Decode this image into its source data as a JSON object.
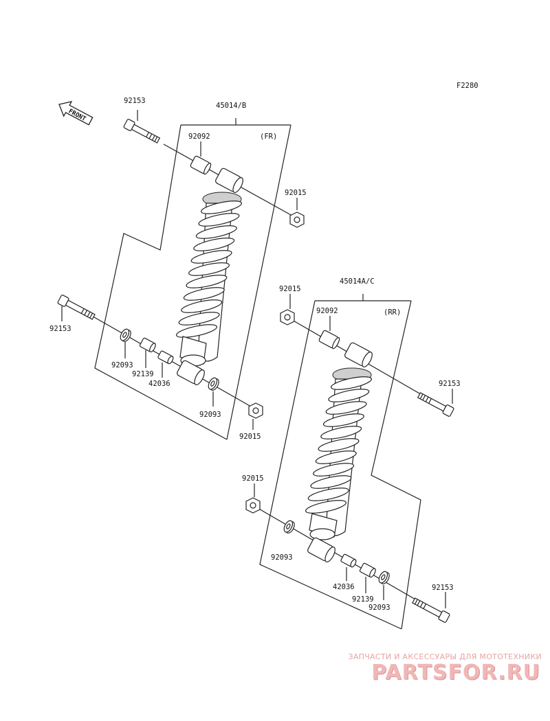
{
  "diagram": {
    "code": "F2280",
    "front_arrow_label": "FRONT",
    "front_group": {
      "assembly": "45014/B",
      "position": "(FR)"
    },
    "rear_group": {
      "assembly": "45014A/C",
      "position": "(RR)"
    },
    "labels": {
      "fr_bolt_top": "92153",
      "fr_collar_top": "92092",
      "fr_nut_top": "92015",
      "fr_bolt_bottom": "92153",
      "fr_seal_left": "92093",
      "fr_collar_bottom": "92139",
      "fr_bushing": "42036",
      "fr_seal_right": "92093",
      "fr_nut_bottom": "92015",
      "rr_nut_top": "92015",
      "rr_collar_top": "92092",
      "rr_bolt_top": "92153",
      "rr_nut_bottom": "92015",
      "rr_seal_left": "92093",
      "rr_bushing": "42036",
      "rr_collar_bottom": "92139",
      "rr_seal_right": "92093",
      "rr_bolt_bottom": "92153"
    }
  },
  "watermark": {
    "tagline": "ЗАПЧАСТИ И АКСЕССУАРЫ ДЛЯ МОТОТЕХНИКИ",
    "brand": "PARTSFOR.RU"
  }
}
